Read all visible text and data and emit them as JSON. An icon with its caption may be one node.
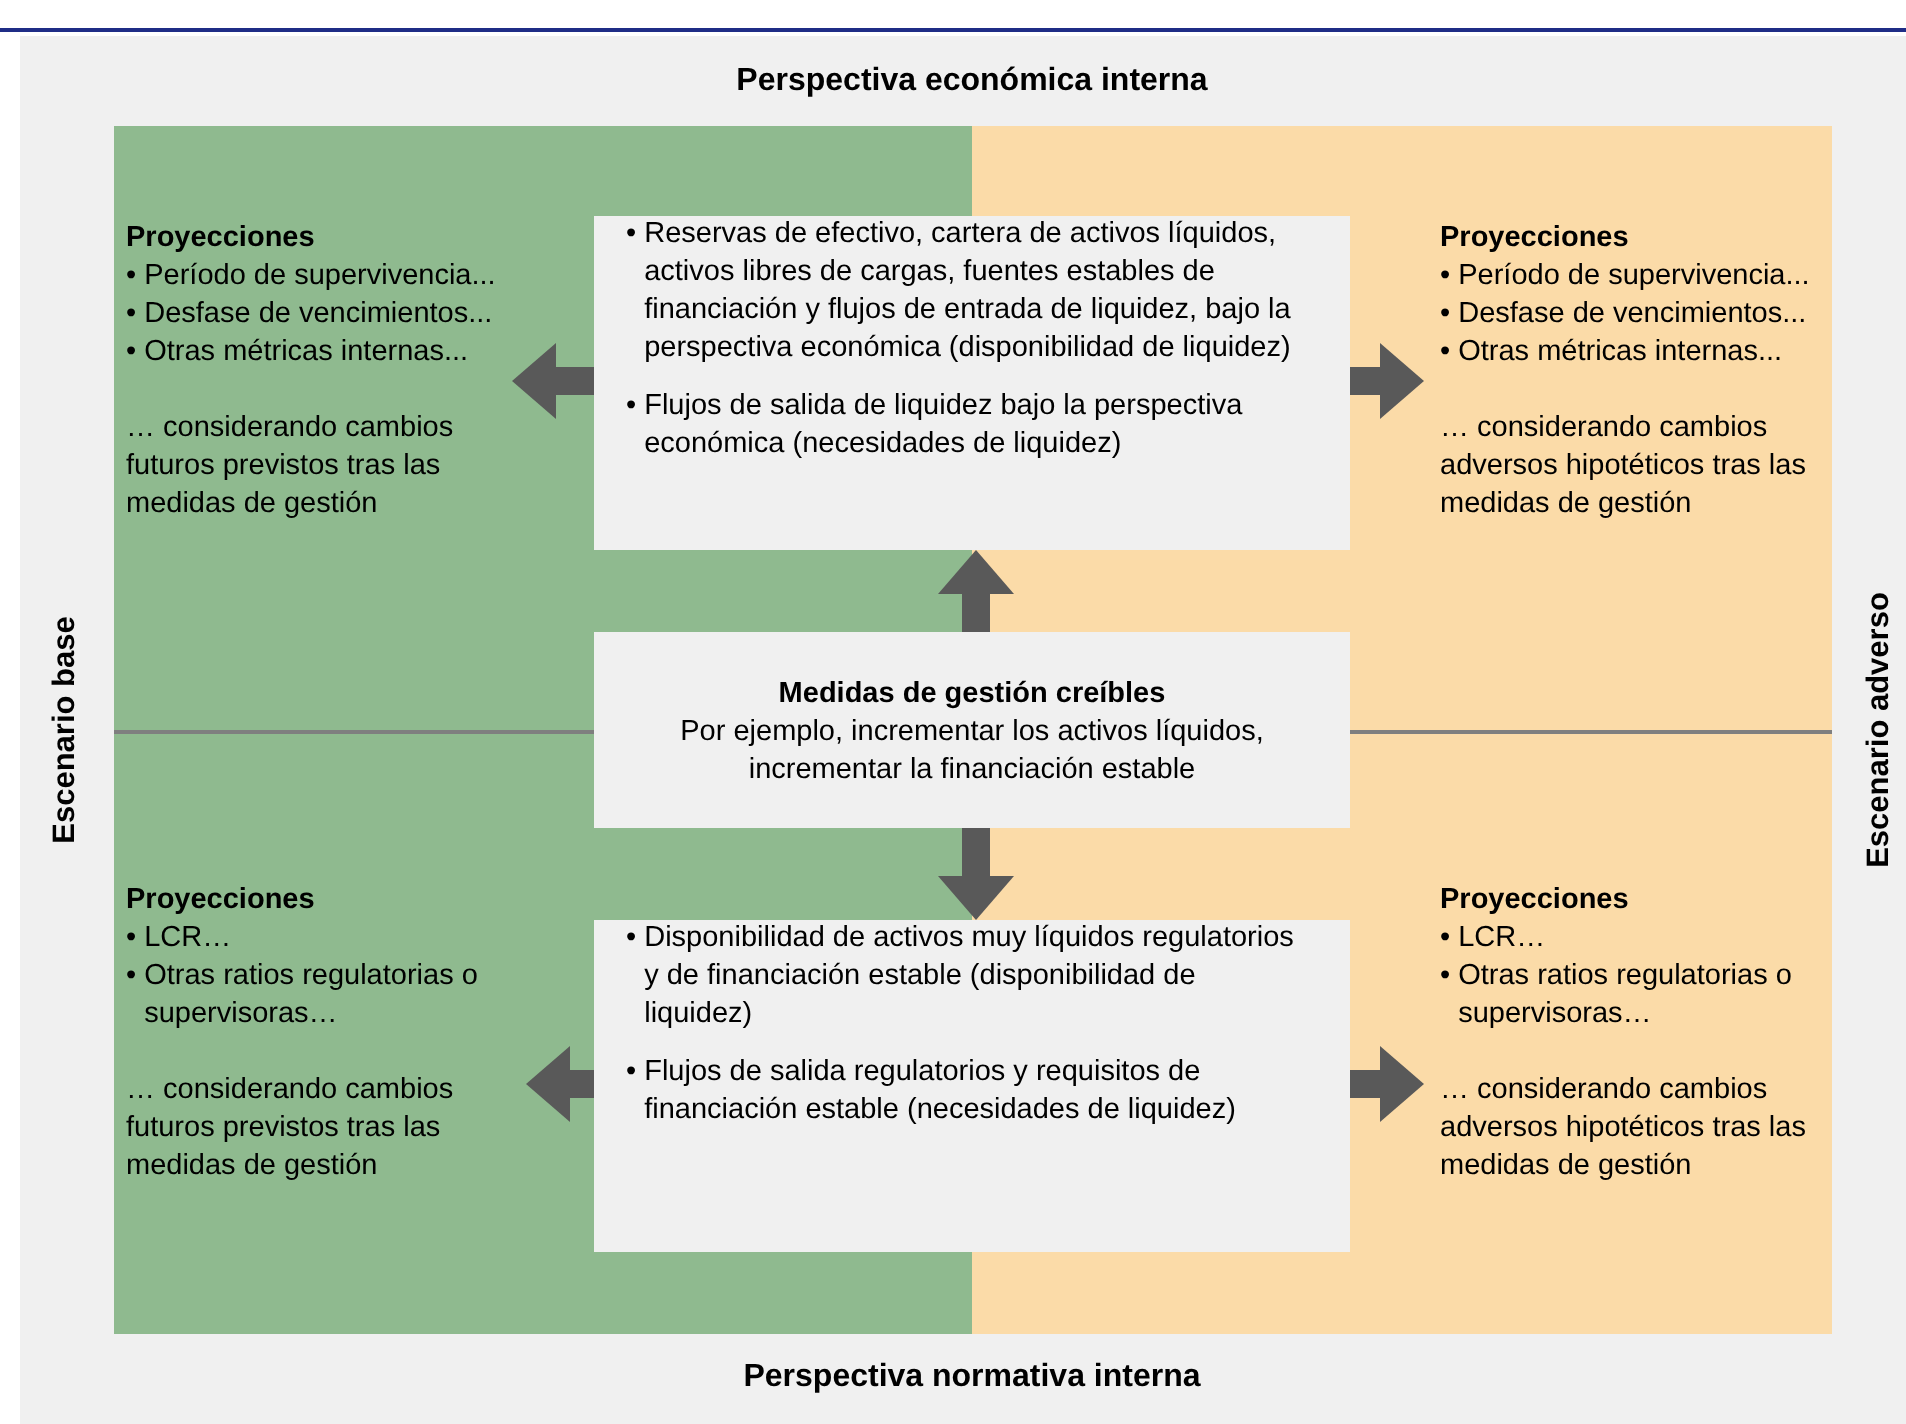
{
  "diagram": {
    "nodes": [
      {
        "text": [
          "Escenario base"
        ]
      },
      {
        "text": [
          "Escenario adverso"
        ]
      },
      {
        "text": [
          "Proyecciones",
          "• Período de supervivencia...",
          "• Desfase de vencimientos...",
          "• Otras métricas internas...",
          "… considerando cambios futuros previstos tras las medidas de gestión"
        ],
        "in": 0
      },
      {
        "text": [
          "• Reservas de efectivo, cartera de activos líquidos, activos libres de cargas, fuentes estables de financiación y flujos de entrada de liquidez, bajo la perspectiva económica (disponibilidad de liquidez)",
          "• Flujos de salida de liquidez bajo la perspectiva económica (necesidades de liquidez)"
        ]
      },
      {
        "text": [
          "Proyecciones",
          "• Período de supervivencia...",
          "• Desfase de vencimientos...",
          "• Otras métricas internas...",
          "… considerando cambios adversos hipotéticos tras las medidas de gestión"
        ],
        "in": 1
      },
      {
        "text": [
          "Medidas de gestión creíbles",
          "Por ejemplo, incrementar los activos líquidos, incrementar la financiación estable"
        ]
      },
      {
        "text": [
          "Proyecciones",
          "• LCR…",
          "• Otras ratios regulatorias o supervisoras…",
          "… considerando cambios futuros previstos tras las medidas de gestión"
        ],
        "in": 0
      },
      {
        "text": [
          "• Disponibilidad de activos muy líquidos regulatorios y de financiación estable (disponibilidad de liquidez)",
          "• Flujos de salida regulatorios y requisitos de financiación estable (necesidades de liquidez)"
        ]
      },
      {
        "text": [
          "Proyecciones",
          "• LCR…",
          "• Otras ratios regulatorias o supervisoras…",
          "… considerando cambios adversos hipotéticos tras las medidas de gestión"
        ],
        "in": 1
      }
    ],
    "edges": [
      {
        "from": 3,
        "to": 2,
        "arrow": "to"
      },
      {
        "from": 3,
        "to": 4,
        "arrow": "to"
      },
      {
        "from": 5,
        "to": 3,
        "arrow": "to"
      },
      {
        "from": 5,
        "to": 7,
        "arrow": "to"
      },
      {
        "from": 7,
        "to": 6,
        "arrow": "to"
      },
      {
        "from": 7,
        "to": 8,
        "arrow": "to"
      }
    ],
    "labels": [
      "Perspectiva económica interna",
      "Perspectiva normativa interna"
    ]
  }
}
